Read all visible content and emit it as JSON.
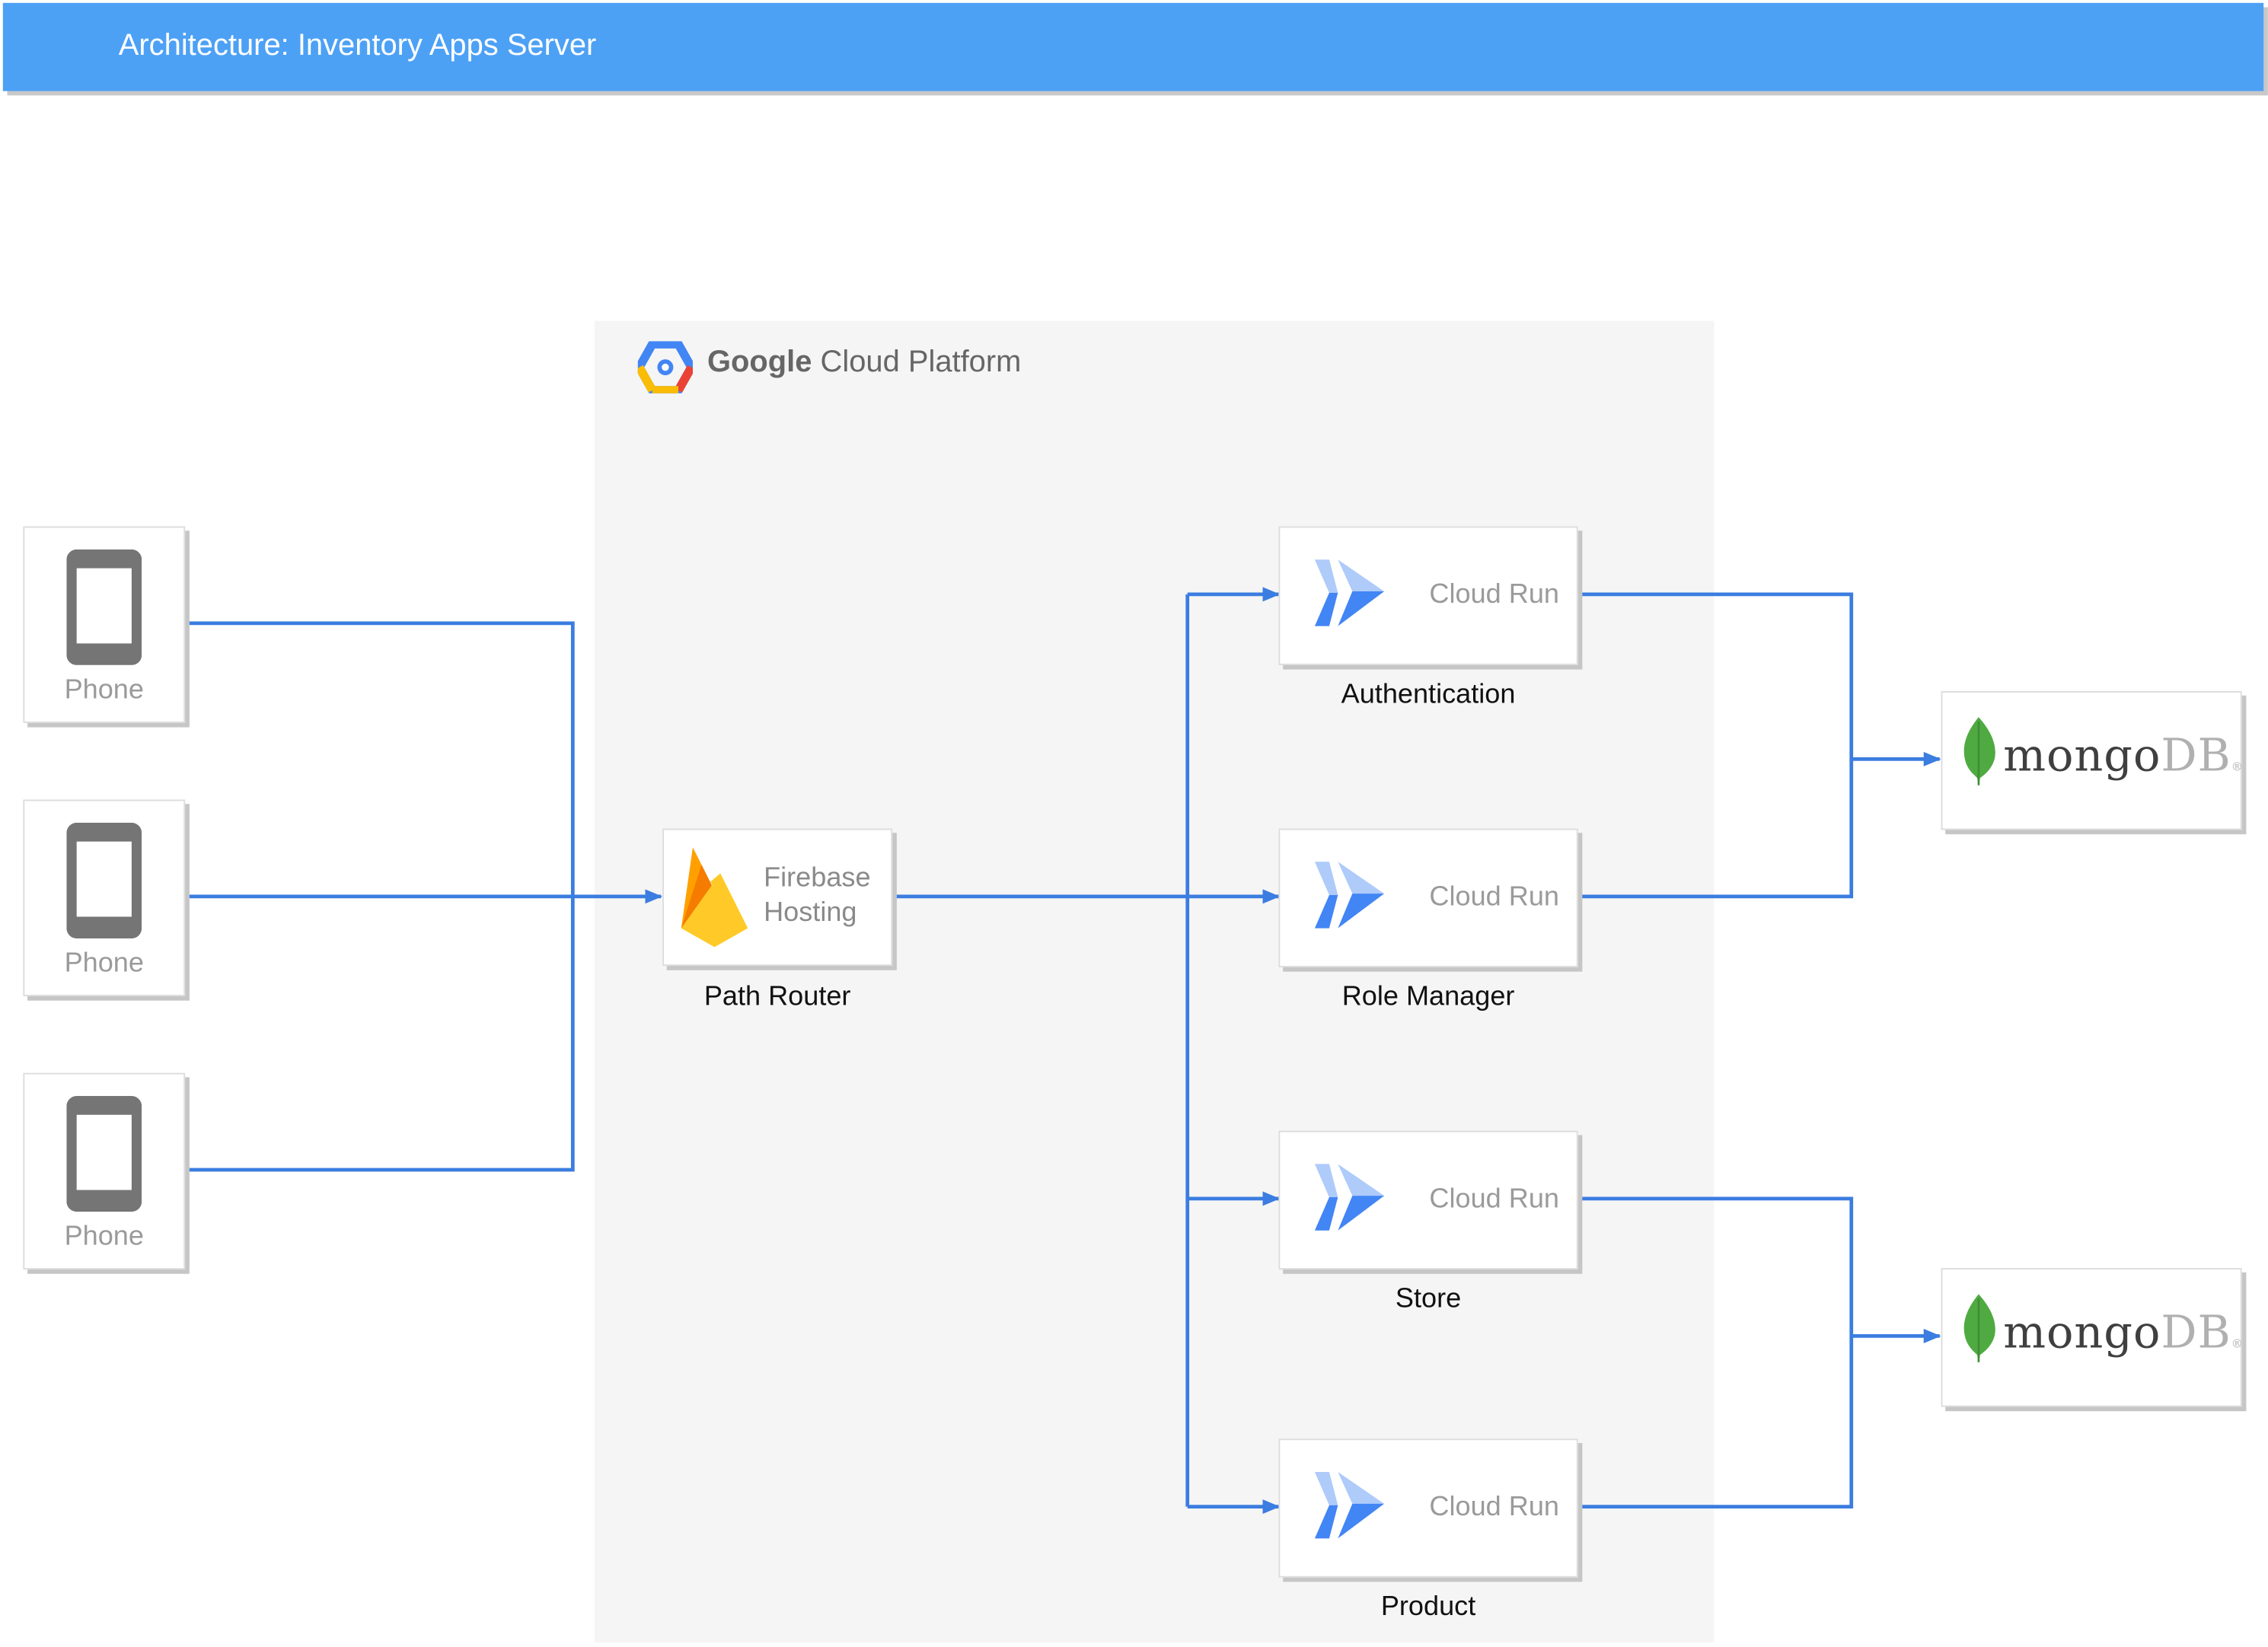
{
  "header": {
    "title": "Architecture: Inventory Apps Server"
  },
  "gcp": {
    "title_bold": "Google",
    "title_rest": " Cloud Platform"
  },
  "phones": [
    {
      "label": "Phone"
    },
    {
      "label": "Phone"
    },
    {
      "label": "Phone"
    }
  ],
  "router": {
    "service_line1": "Firebase",
    "service_line2": "Hosting",
    "caption": "Path Router"
  },
  "services": [
    {
      "service": "Cloud Run",
      "caption": "Authentication"
    },
    {
      "service": "Cloud Run",
      "caption": "Role Manager"
    },
    {
      "service": "Cloud Run",
      "caption": "Store"
    },
    {
      "service": "Cloud Run",
      "caption": "Product"
    }
  ],
  "databases": [
    {
      "name_a": "mongo",
      "name_b": "DB",
      "mark": "®"
    },
    {
      "name_a": "mongo",
      "name_b": "DB",
      "mark": "®"
    }
  ],
  "colors": {
    "header": "#4da1f5",
    "connector": "#3b7de0",
    "zone": "#f5f5f5"
  }
}
